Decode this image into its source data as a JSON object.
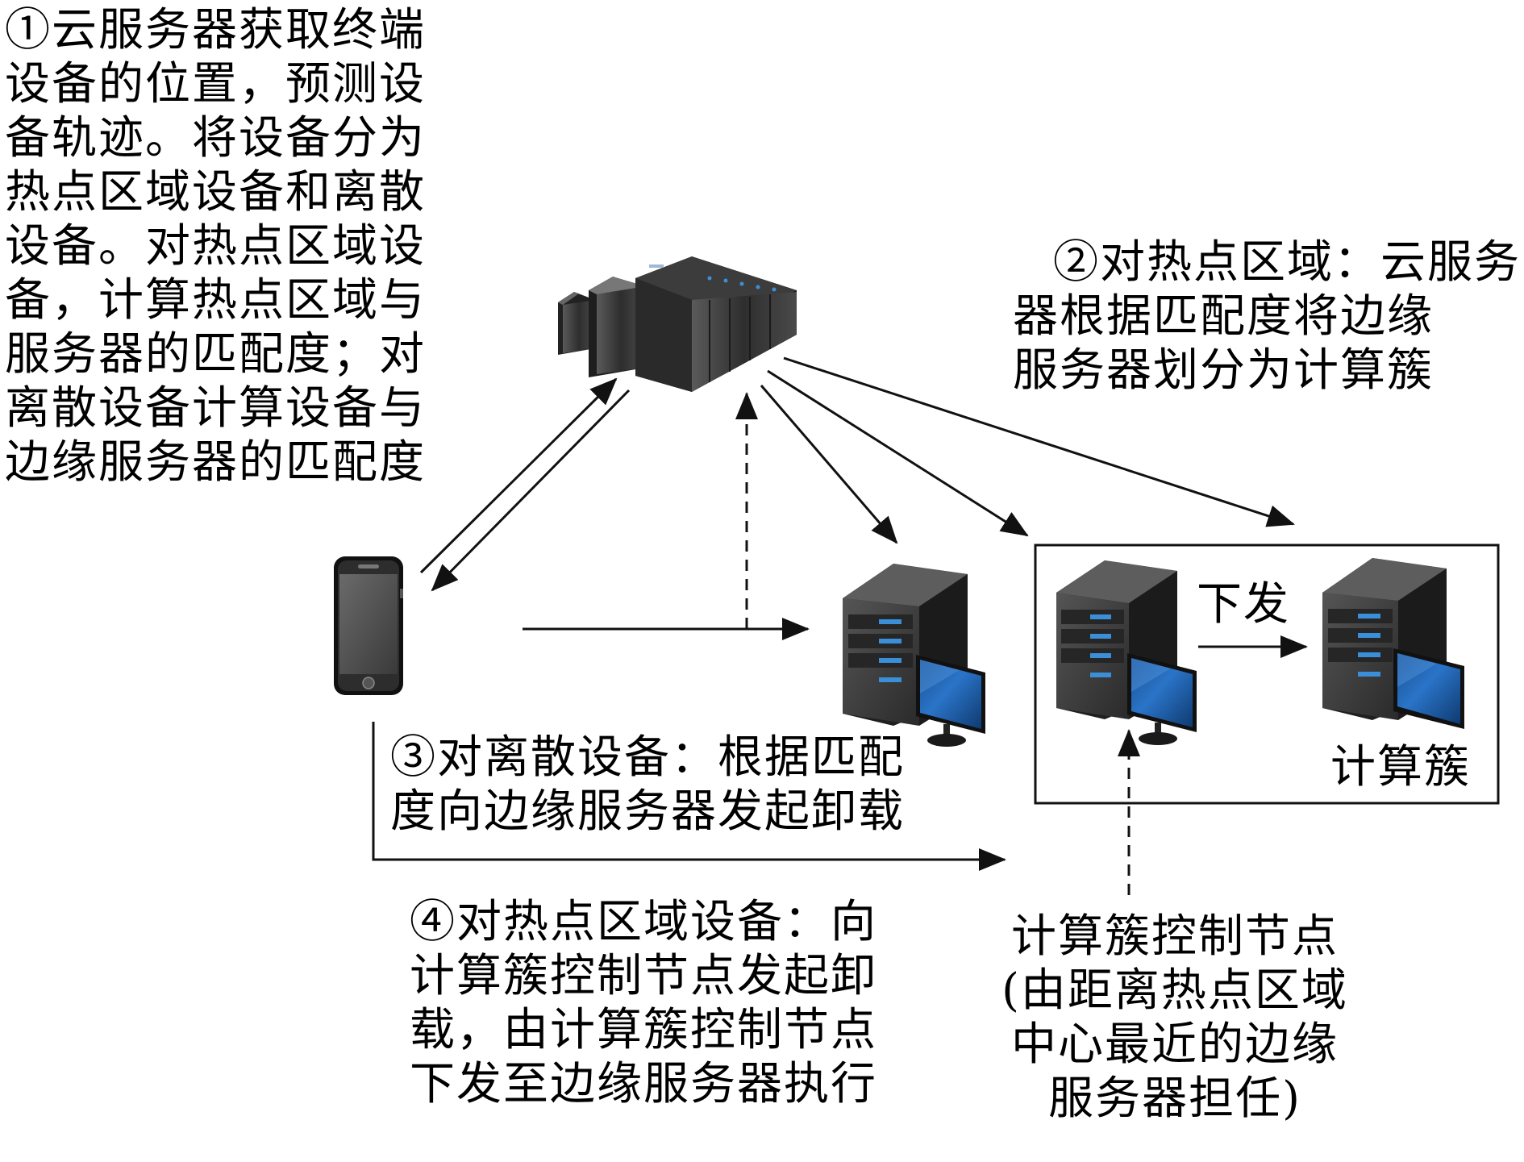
{
  "step1": {
    "lines": [
      "①云服务器获取终端",
      "设备的位置，预测设",
      "备轨迹。将设备分为",
      "热点区域设备和离散",
      "设备。对热点区域设",
      "备，计算热点区域与",
      "服务器的匹配度；对",
      "离散设备计算设备与",
      "边缘服务器的匹配度"
    ]
  },
  "step2": {
    "lines": [
      "②对热点区域：云服务",
      "器根据匹配度将边缘",
      "服务器划分为计算簇"
    ]
  },
  "step3": {
    "lines": [
      "③对离散设备：根据匹配",
      "度向边缘服务器发起卸载"
    ]
  },
  "step4": {
    "lines": [
      "④对热点区域设备：向",
      "计算簇控制节点发起卸",
      "载，由计算簇控制节点",
      "下发至边缘服务器执行"
    ]
  },
  "cluster": {
    "dispatch_label": "下发",
    "name_label": "计算簇"
  },
  "control_node": {
    "lines": [
      "计算簇控制节点",
      "(由距离热点区域",
      "中心最近的边缘",
      "服务器担任)"
    ]
  },
  "colors": {
    "line": "#111111",
    "server_body": "#3a3a3a",
    "server_side": "#1c1c1c",
    "led_blue": "#3b8fd9",
    "monitor_screen": "#1f63b3"
  }
}
